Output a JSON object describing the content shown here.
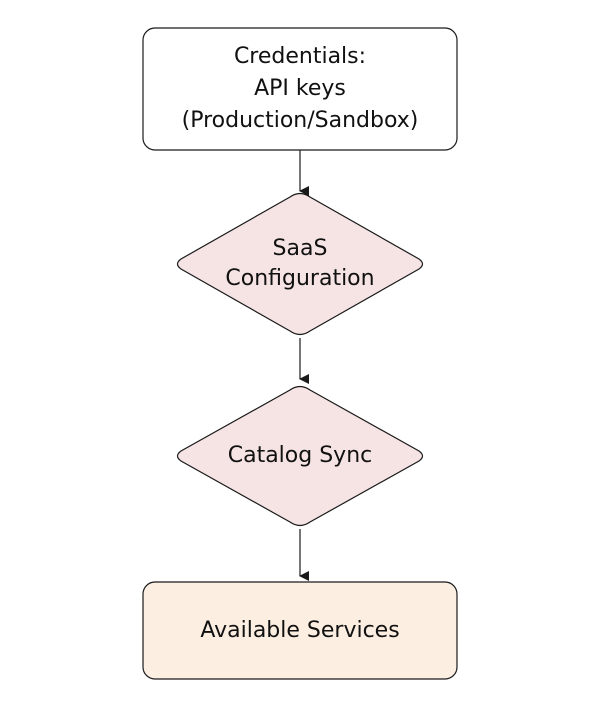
{
  "diagram": {
    "colors": {
      "stroke": "#1a1a1a",
      "box_fill": "#ffffff",
      "diamond_fill": "#f6e4e4",
      "final_fill": "#fdeee2",
      "text": "#111111"
    },
    "nodes": [
      {
        "id": "credentials",
        "shape": "rounded-rectangle",
        "lines": [
          "Credentials:",
          "API keys",
          "(Production/Sandbox)"
        ]
      },
      {
        "id": "saas-configuration",
        "shape": "diamond",
        "lines": [
          "SaaS",
          "Configuration"
        ]
      },
      {
        "id": "catalog-sync",
        "shape": "diamond",
        "lines": [
          "Catalog Sync"
        ]
      },
      {
        "id": "available-services",
        "shape": "rounded-rectangle",
        "lines": [
          "Available Services"
        ]
      }
    ],
    "edges": [
      {
        "from": "credentials",
        "to": "saas-configuration"
      },
      {
        "from": "saas-configuration",
        "to": "catalog-sync"
      },
      {
        "from": "catalog-sync",
        "to": "available-services"
      }
    ]
  }
}
